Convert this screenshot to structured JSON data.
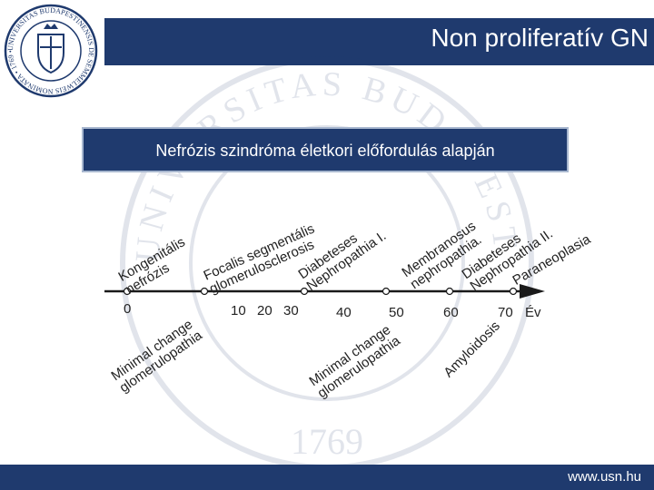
{
  "header": {
    "title": "Non proliferatív GN"
  },
  "banner": {
    "title": "Nefrózis szindróma életkori előfordulás alapján"
  },
  "logo": {
    "text": "UNIVERSITAS BUDAPESTINENSIS DE SEMMELWEIS NOMINATA • 1769 •"
  },
  "watermark": {
    "text_top": "UNIVERSITAS BUDAPESTINENSIS DE SEMMELWEIS",
    "year": "1769"
  },
  "timeline": {
    "ticks": [
      "0",
      "10",
      "20",
      "30",
      "40",
      "50",
      "60",
      "70"
    ],
    "unit": "Év",
    "above": [
      {
        "text": "Kongenitális nefrózis"
      },
      {
        "text": "Focalis segmentális glomerulosclerosis"
      },
      {
        "text": "Diabeteses Nephropathia I."
      },
      {
        "text": "Membranosus nephropathia."
      },
      {
        "text": "Diabeteses Nephropathia II."
      },
      {
        "text": "Paraneoplasia"
      }
    ],
    "below": [
      {
        "text": "Minimal change glomerulopathia"
      },
      {
        "text": "Minimal change glomerulopathia"
      },
      {
        "text": "Amyloidosis"
      }
    ]
  },
  "footer": {
    "url": "www.usn.hu"
  },
  "colors": {
    "navy": "#1f3a6e",
    "banner_border": "#a8b7cf",
    "arrow": "#1a1a1a"
  }
}
